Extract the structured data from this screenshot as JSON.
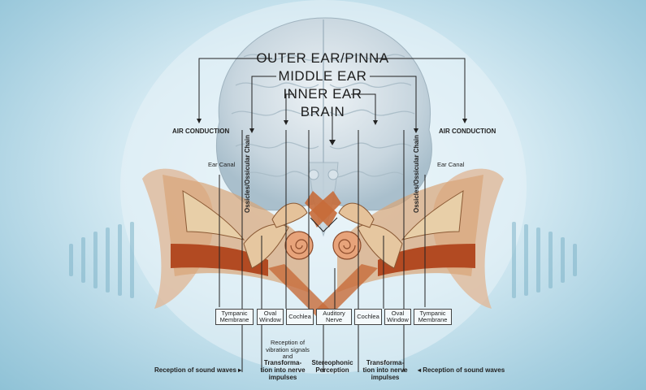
{
  "headers": {
    "outer_ear": "OUTER EAR/PINNA",
    "middle_ear": "MIDDLE EAR",
    "inner_ear": "INNER EAR",
    "brain": "BRAIN"
  },
  "side_labels": {
    "air_conduction": "AIR CONDUCTION",
    "ear_canal": "Ear Canal",
    "ossicles": "Ossicles/Ossicular Chain"
  },
  "boxes": {
    "tympanic": "Tympanic Membrane",
    "oval": "Oval Window",
    "cochlea": "Cochlea",
    "auditory": "Auditory Nerve"
  },
  "bottom": {
    "reception_sound": "Reception of sound waves",
    "reception_vibration": "Reception of vibration signals and",
    "transformation": "Transforma-tion into nerve impulses",
    "stereophonic": "Stereophonic Perception",
    "transformation_right": "Transforma-tion into nerve impulses",
    "reception_sound_right": "Reception of sound waves"
  },
  "colors": {
    "background": "#a6cfe0",
    "brain": "#c9d7e0",
    "ear_tissue": "#c56a3a",
    "bone": "#d9b48a",
    "line": "#222222"
  }
}
